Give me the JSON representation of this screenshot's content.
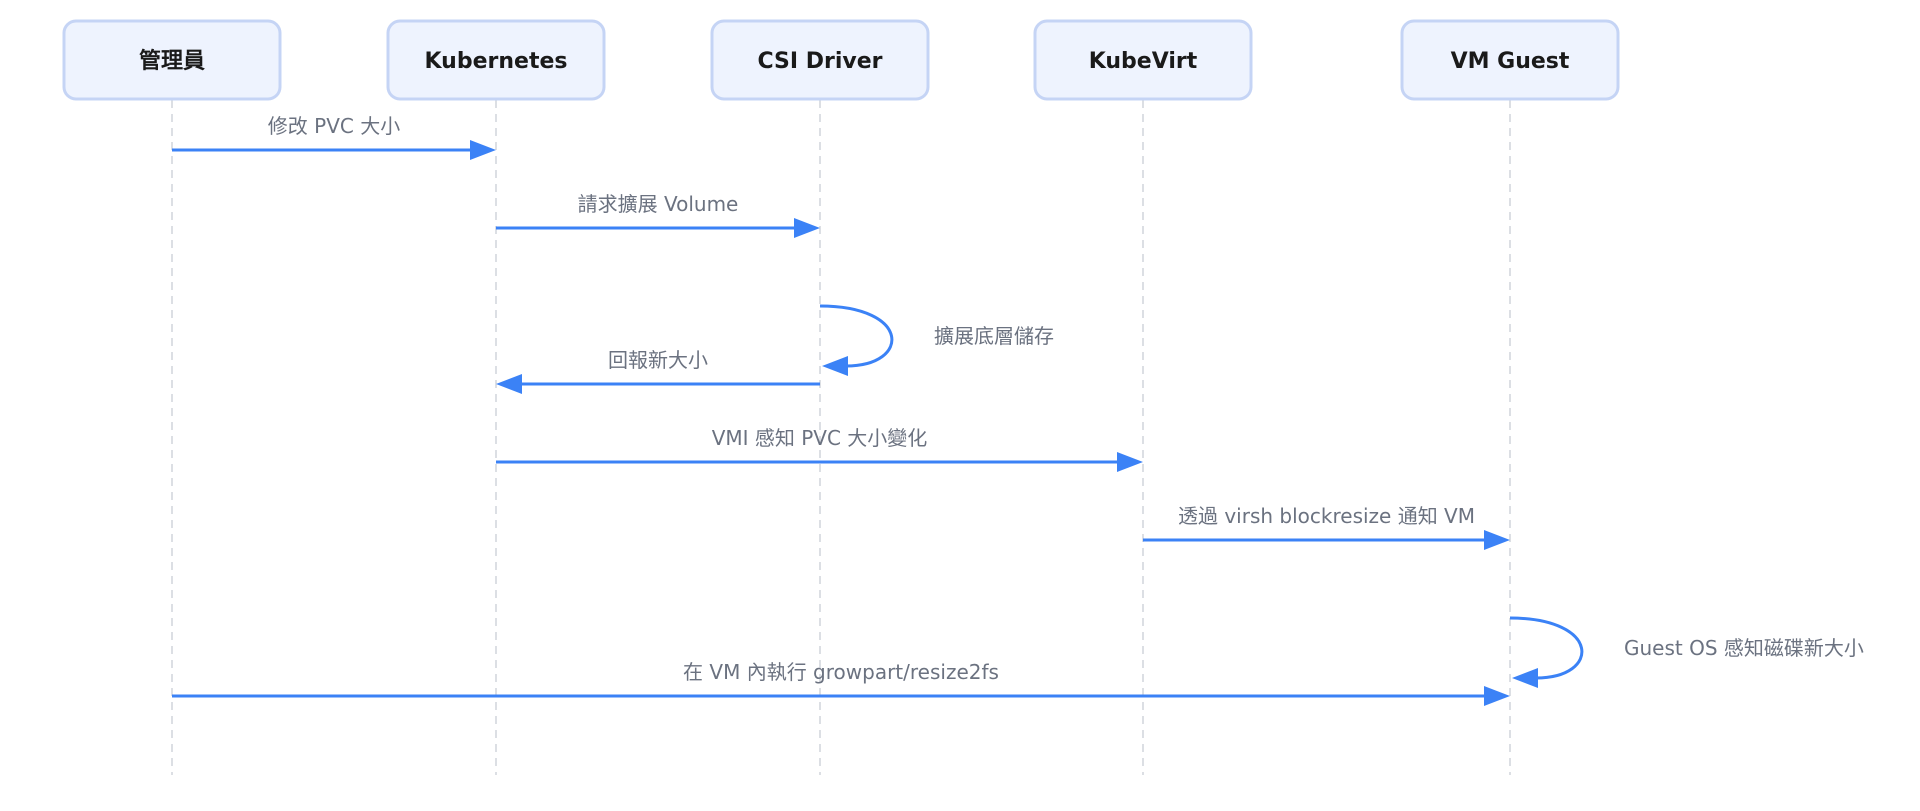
{
  "diagram": {
    "type": "sequence",
    "colors": {
      "actor_fill": "#eef3fe",
      "actor_border": "#c5d4f5",
      "arrow": "#3b82f6",
      "lifeline": "#dcdfe4",
      "label": "#6b7280",
      "actor_text": "#1a1a1a"
    },
    "actors": [
      {
        "id": "admin",
        "label": "管理員"
      },
      {
        "id": "k8s",
        "label": "Kubernetes"
      },
      {
        "id": "csi",
        "label": "CSI Driver"
      },
      {
        "id": "kubevirt",
        "label": "KubeVirt"
      },
      {
        "id": "vm",
        "label": "VM Guest"
      }
    ],
    "messages": [
      {
        "from": "admin",
        "to": "k8s",
        "label": "修改 PVC 大小"
      },
      {
        "from": "k8s",
        "to": "csi",
        "label": "請求擴展 Volume"
      },
      {
        "from": "csi",
        "to": "csi",
        "label": "擴展底層儲存"
      },
      {
        "from": "csi",
        "to": "k8s",
        "label": "回報新大小"
      },
      {
        "from": "k8s",
        "to": "kubevirt",
        "label": "VMI 感知 PVC 大小變化"
      },
      {
        "from": "kubevirt",
        "to": "vm",
        "label": "透過 virsh blockresize 通知 VM"
      },
      {
        "from": "vm",
        "to": "vm",
        "label": "Guest OS 感知磁碟新大小"
      },
      {
        "from": "admin",
        "to": "vm",
        "label": "在 VM 內執行 growpart/resize2fs"
      }
    ]
  }
}
